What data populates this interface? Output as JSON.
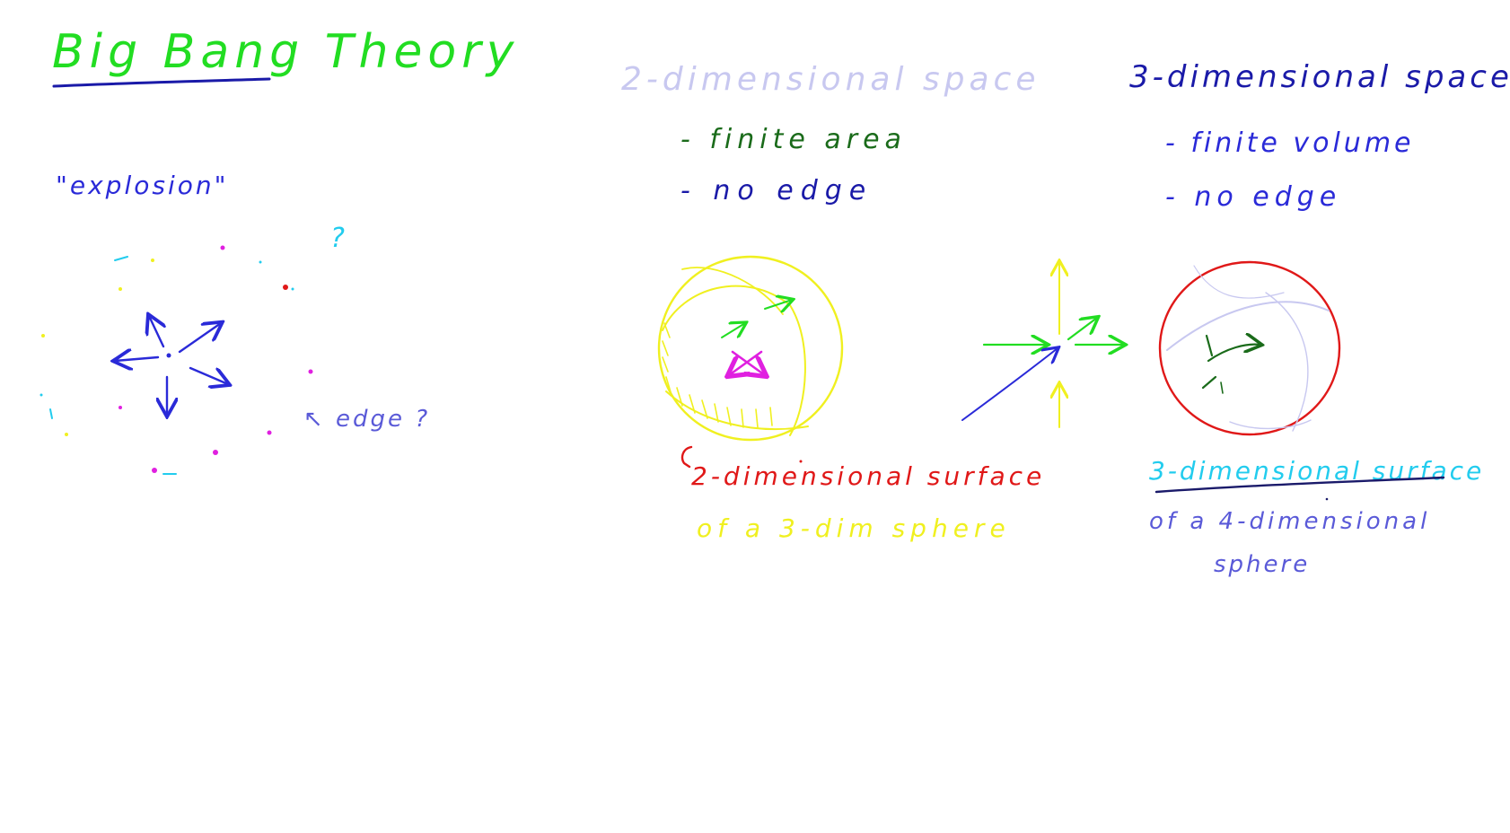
{
  "colors": {
    "green": "#22dd22",
    "darkgreen": "#1a6b1a",
    "navy": "#1a1aa8",
    "blue": "#2a2ad8",
    "lavender": "#c8c8f0",
    "cyan": "#22ccee",
    "yellow": "#f0f020",
    "red": "#e01818",
    "magenta": "#e020e0",
    "purpleblue": "#5a5ad8"
  },
  "notes": {
    "title": "Big Bang Theory",
    "explosion": "\"explosion\"",
    "question_mark": "?",
    "edge_note": "↖ edge ?",
    "space_2d_heading": "2-dimensional space",
    "space_2d_finite": "- finite area",
    "space_2d_no_edge": "- no edge",
    "space_3d_heading": "3-dimensional space",
    "space_3d_finite": "- finite volume",
    "space_3d_no_edge": "- no edge",
    "surface_2d": "2-dimensional surface",
    "surface_2d_of": "of a 3-dim sphere",
    "surface_3d": "3-dimensional surface",
    "surface_3d_of": "of a 4-dimensional",
    "surface_3d_sphere": "sphere"
  }
}
